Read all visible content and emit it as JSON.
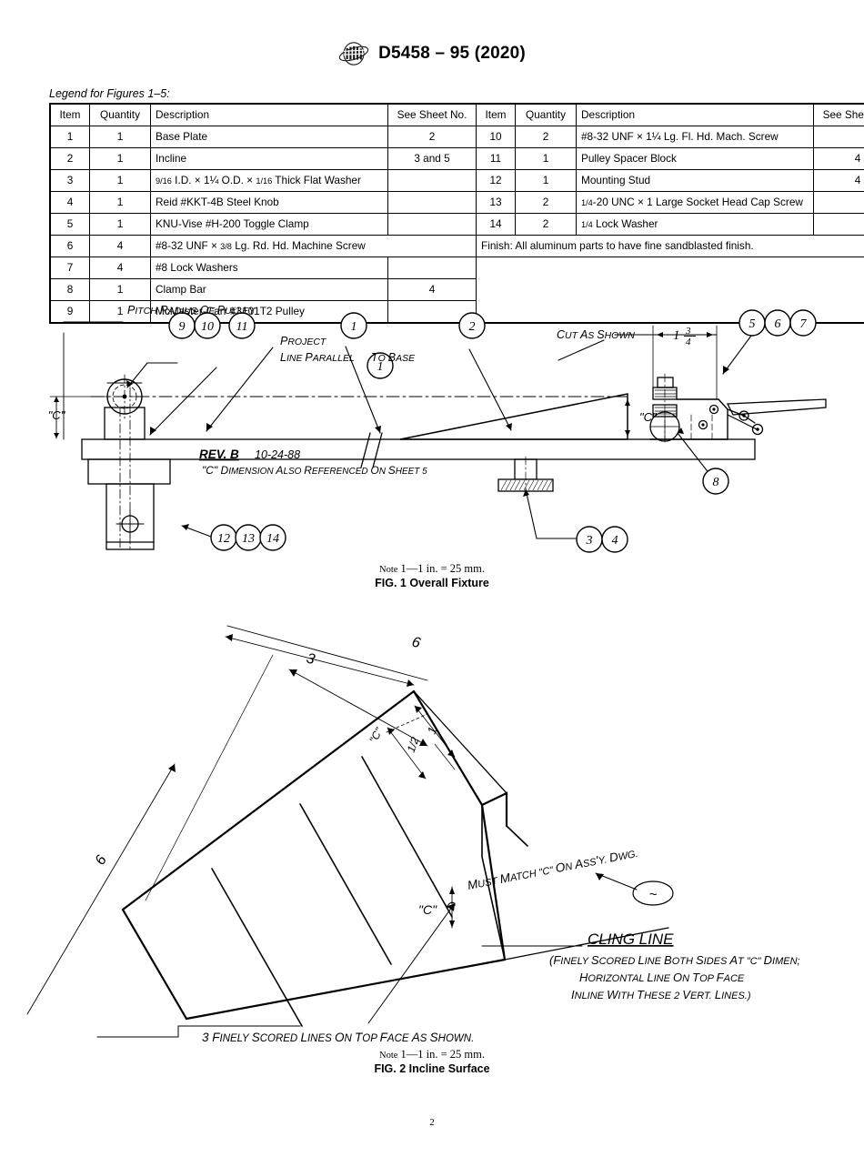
{
  "header": {
    "logo_icon": "astm-logo-icon",
    "title": "D5458 – 95 (2020)"
  },
  "legend": {
    "caption": "Legend for Figures 1–5:",
    "columns": [
      "Item",
      "Quantity",
      "Description",
      "See Sheet No."
    ],
    "left_rows": [
      {
        "item": "1",
        "qty": "1",
        "desc": "Base Plate",
        "sheet": "2"
      },
      {
        "item": "2",
        "qty": "1",
        "desc": "Incline",
        "sheet": "3 and 5"
      },
      {
        "item": "3",
        "qty": "1",
        "desc": "9/16 I.D. × 1¼ O.D. × 1/16 Thick Flat Washer",
        "sheet": ""
      },
      {
        "item": "4",
        "qty": "1",
        "desc": "Reid #KKT-4B Steel Knob",
        "sheet": ""
      },
      {
        "item": "5",
        "qty": "1",
        "desc": "KNU-Vise #H-200 Toggle Clamp",
        "sheet": ""
      },
      {
        "item": "6",
        "qty": "4",
        "desc": "#8-32 UNF × 3/8 Lg. Rd. Hd. Machine Screw",
        "sheet": "",
        "desc_spans": true
      },
      {
        "item": "7",
        "qty": "4",
        "desc": "#8 Lock Washers",
        "sheet": ""
      },
      {
        "item": "8",
        "qty": "1",
        "desc": "Clamp Bar",
        "sheet": "4"
      },
      {
        "item": "9",
        "qty": "1",
        "desc": "McMaster-Carr #3101T2 Pulley",
        "sheet": ""
      }
    ],
    "right_rows": [
      {
        "item": "10",
        "qty": "2",
        "desc": "#8-32 UNF × 1¼ Lg. Fl. Hd. Mach. Screw",
        "sheet": ""
      },
      {
        "item": "11",
        "qty": "1",
        "desc": "Pulley Spacer Block",
        "sheet": "4"
      },
      {
        "item": "12",
        "qty": "1",
        "desc": "Mounting Stud",
        "sheet": "4"
      },
      {
        "item": "13",
        "qty": "2",
        "desc": "1/4-20 UNC × 1 Large Socket Head Cap Screw",
        "sheet": ""
      },
      {
        "item": "14",
        "qty": "2",
        "desc": "1/4 Lock Washer",
        "sheet": ""
      }
    ],
    "finish_note": "Finish: All aluminum parts to have fine sandblasted finish."
  },
  "figure1": {
    "labels": {
      "pitch_radius": "Pitch Radius Of Pulley",
      "project_line_1": "Project",
      "project_line_2": "Line Parallel",
      "to_base": "To Base",
      "cut_as_shown": "Cut As Shown",
      "dim_1_3_4_whole": "1",
      "dim_1_3_4_num": "3",
      "dim_1_3_4_den": "4",
      "c_dim_left": "\"C\"",
      "c_dim_right": "\"C\"",
      "rev": "REV. B",
      "rev_date": "10-24-88",
      "c_ref_note": "\"C\" Dimension Also Referenced On Sheet 5"
    },
    "balloons": [
      "9",
      "10",
      "11",
      "1",
      "1",
      "2",
      "5",
      "6",
      "7",
      "8",
      "12",
      "13",
      "14",
      "3",
      "4"
    ],
    "note": "Note 1—1 in. = 25 mm.",
    "note_prefix": "Note",
    "note_body": "1—1 in. = 25 mm.",
    "caption": "FIG. 1  Overall Fixture"
  },
  "figure2": {
    "labels": {
      "dim_3": "3",
      "dim_6_top": "6",
      "dim_6_left": "6",
      "dim_1": "1",
      "dim_half": "1/2",
      "c_small": "\"C\"",
      "c_height": "\"C\"",
      "must_match": "Must Match \"C\" On Ass'y. Dwg.",
      "balloon_tilde": "~",
      "cling_line": "CLING LINE",
      "cling_note_1": "(Finely Scored Line Both Sides At \"C\" Dimen;",
      "cling_note_2": "Horizontal Line On Top Face",
      "cling_note_3": "Inline With These 2 Vert. Lines.)",
      "scored_lines": "3 Finely Scored Lines On Top Face As Shown."
    },
    "note_prefix": "Note",
    "note_body": "1—1 in. = 25 mm.",
    "caption": "FIG. 2  Incline Surface"
  },
  "footer": {
    "page_number": "2"
  },
  "colors": {
    "ink": "#000000",
    "paper": "#ffffff"
  }
}
